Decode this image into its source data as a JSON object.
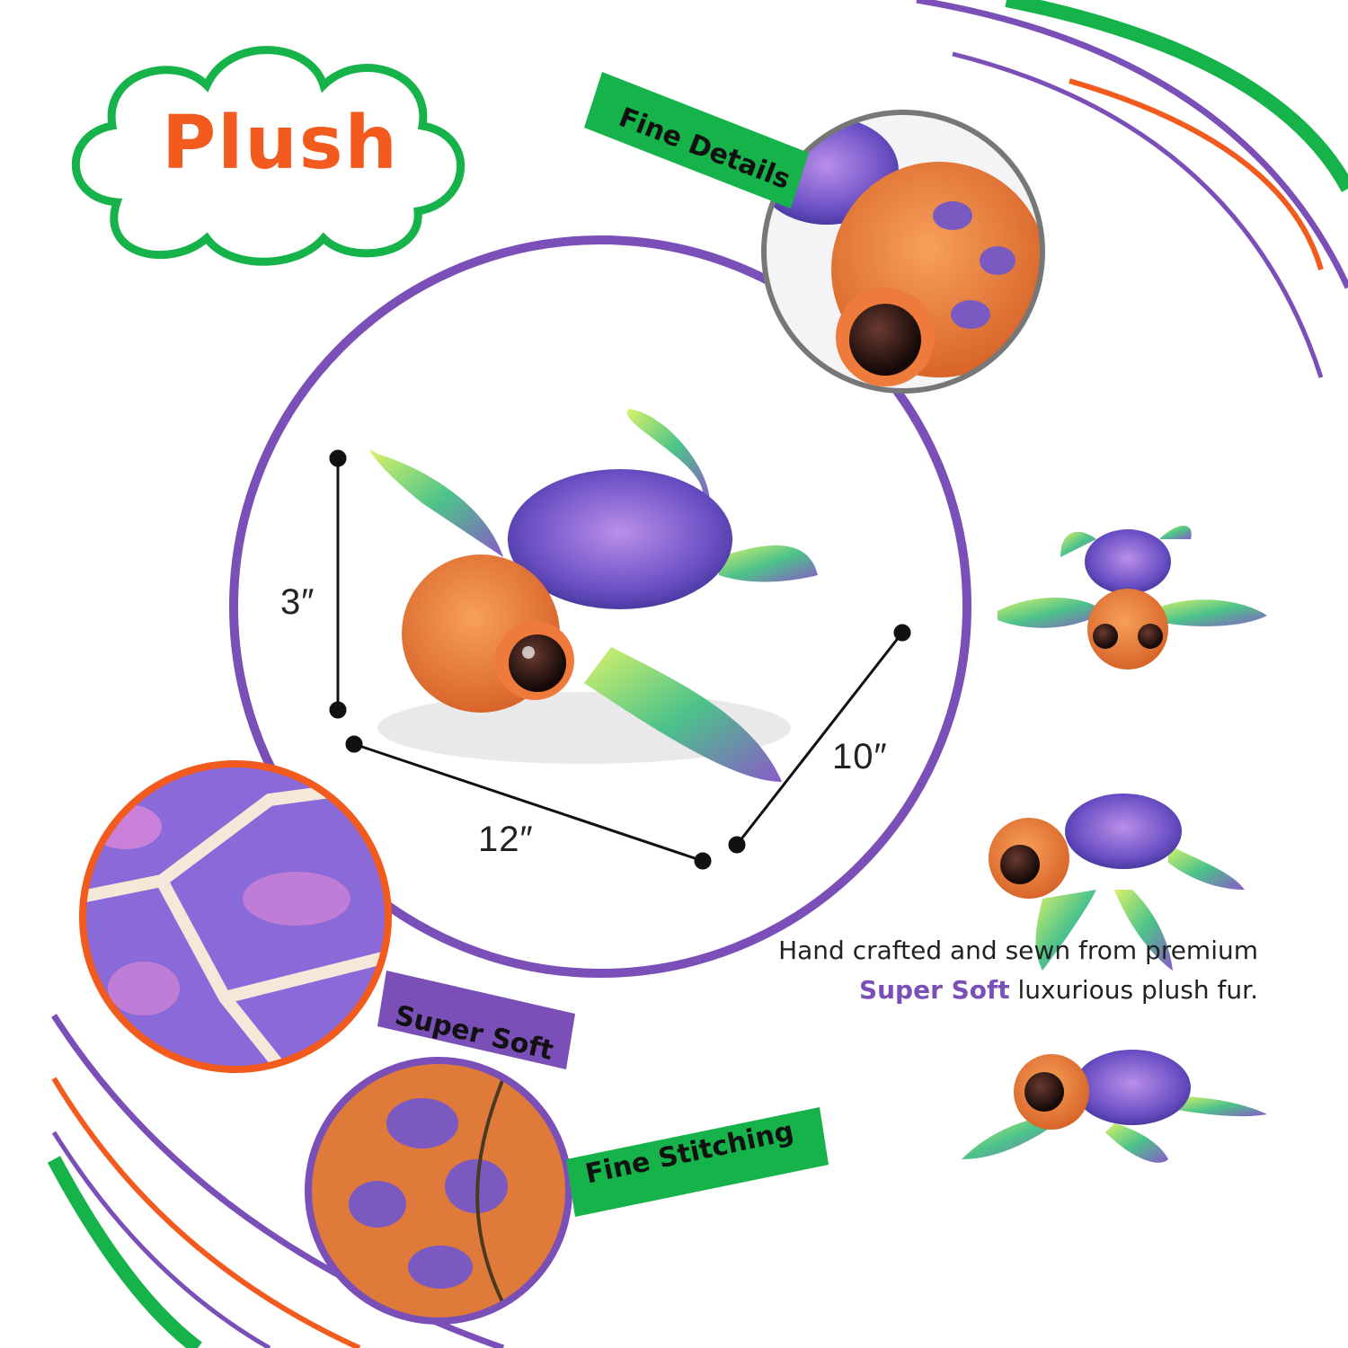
{
  "badge": {
    "label": "Plush"
  },
  "dimensions": {
    "height": "3″",
    "length": "12″",
    "width": "10″"
  },
  "tags": {
    "fine_details": "Fine Details",
    "super_soft": "Super Soft",
    "fine_stitching": "Fine Stitching"
  },
  "caption": {
    "line1": "Hand crafted and sewn from premium",
    "highlight": "Super Soft",
    "line2_rest": " luxurious plush fur."
  },
  "colors": {
    "green": "#16b24a",
    "purple": "#7a4fb8",
    "orange": "#f25a1e"
  },
  "icons": [
    "cloud-badge",
    "turtle-plush",
    "dimension-line"
  ]
}
